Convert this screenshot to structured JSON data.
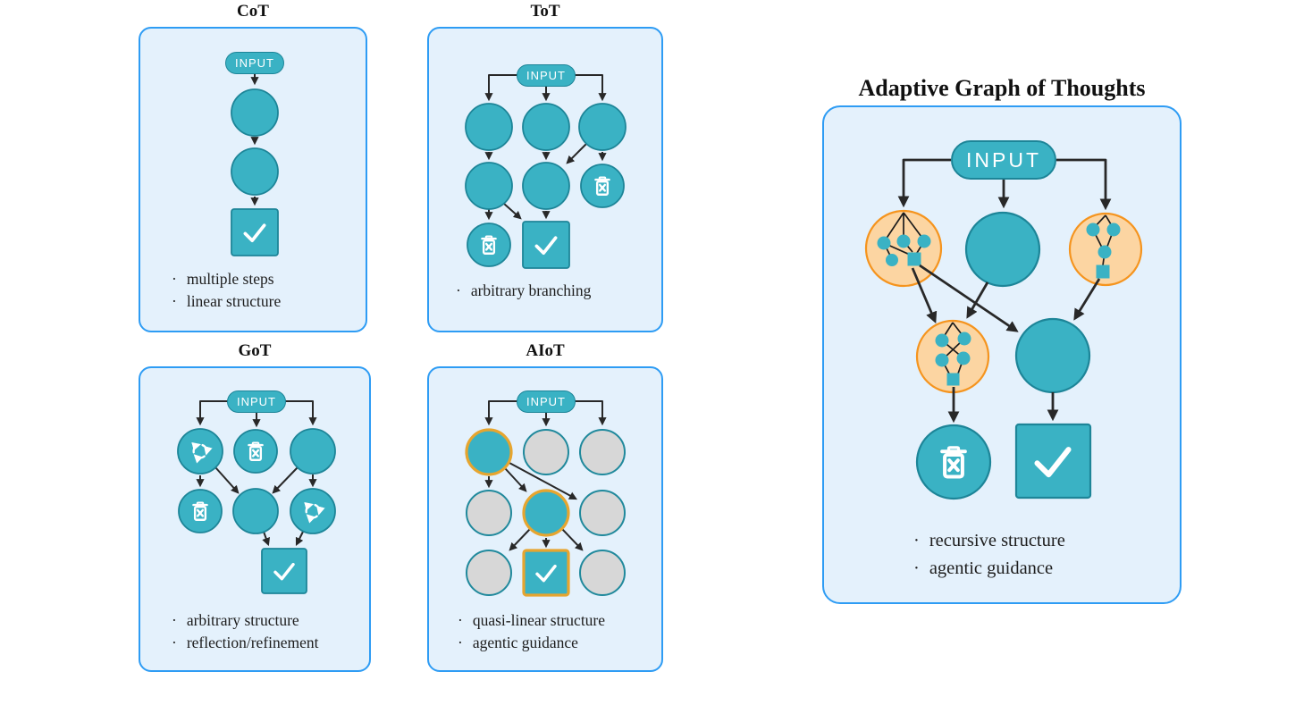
{
  "figure": {
    "panels": {
      "cot": {
        "title": "CoT",
        "input_label": "INPUT",
        "bullets": [
          "multiple steps",
          "linear structure"
        ]
      },
      "tot": {
        "title": "ToT",
        "input_label": "INPUT",
        "bullets": [
          "arbitrary branching"
        ]
      },
      "got": {
        "title": "GoT",
        "input_label": "INPUT",
        "bullets": [
          "arbitrary structure",
          "reflection/refinement"
        ]
      },
      "aiot": {
        "title": "AIoT",
        "input_label": "INPUT",
        "bullets": [
          "quasi-linear structure",
          "agentic guidance"
        ]
      },
      "agot": {
        "title": "Adaptive Graph of Thoughts (AGoT)",
        "input_label": "INPUT",
        "bullets": [
          "recursive structure",
          "agentic guidance"
        ]
      }
    },
    "icons": {
      "discard": "trash-x-icon",
      "accept": "checkmark-icon",
      "refine": "refresh-cycle-icon"
    },
    "colors": {
      "teal": "#3ab2c4",
      "tealDark": "#1d8598",
      "panelBg": "#e4f1fc",
      "panelBorder": "#2e9cf4",
      "orangeFill": "#fcd5a2",
      "orange": "#f5941e",
      "gold": "#e6a52f",
      "grayFill": "#d7d7d7",
      "grayStroke": "#20899c",
      "arrow": "#282828",
      "edge": "#1c1c1c",
      "text": "#1b1b1b",
      "white": "#ffffff"
    }
  }
}
